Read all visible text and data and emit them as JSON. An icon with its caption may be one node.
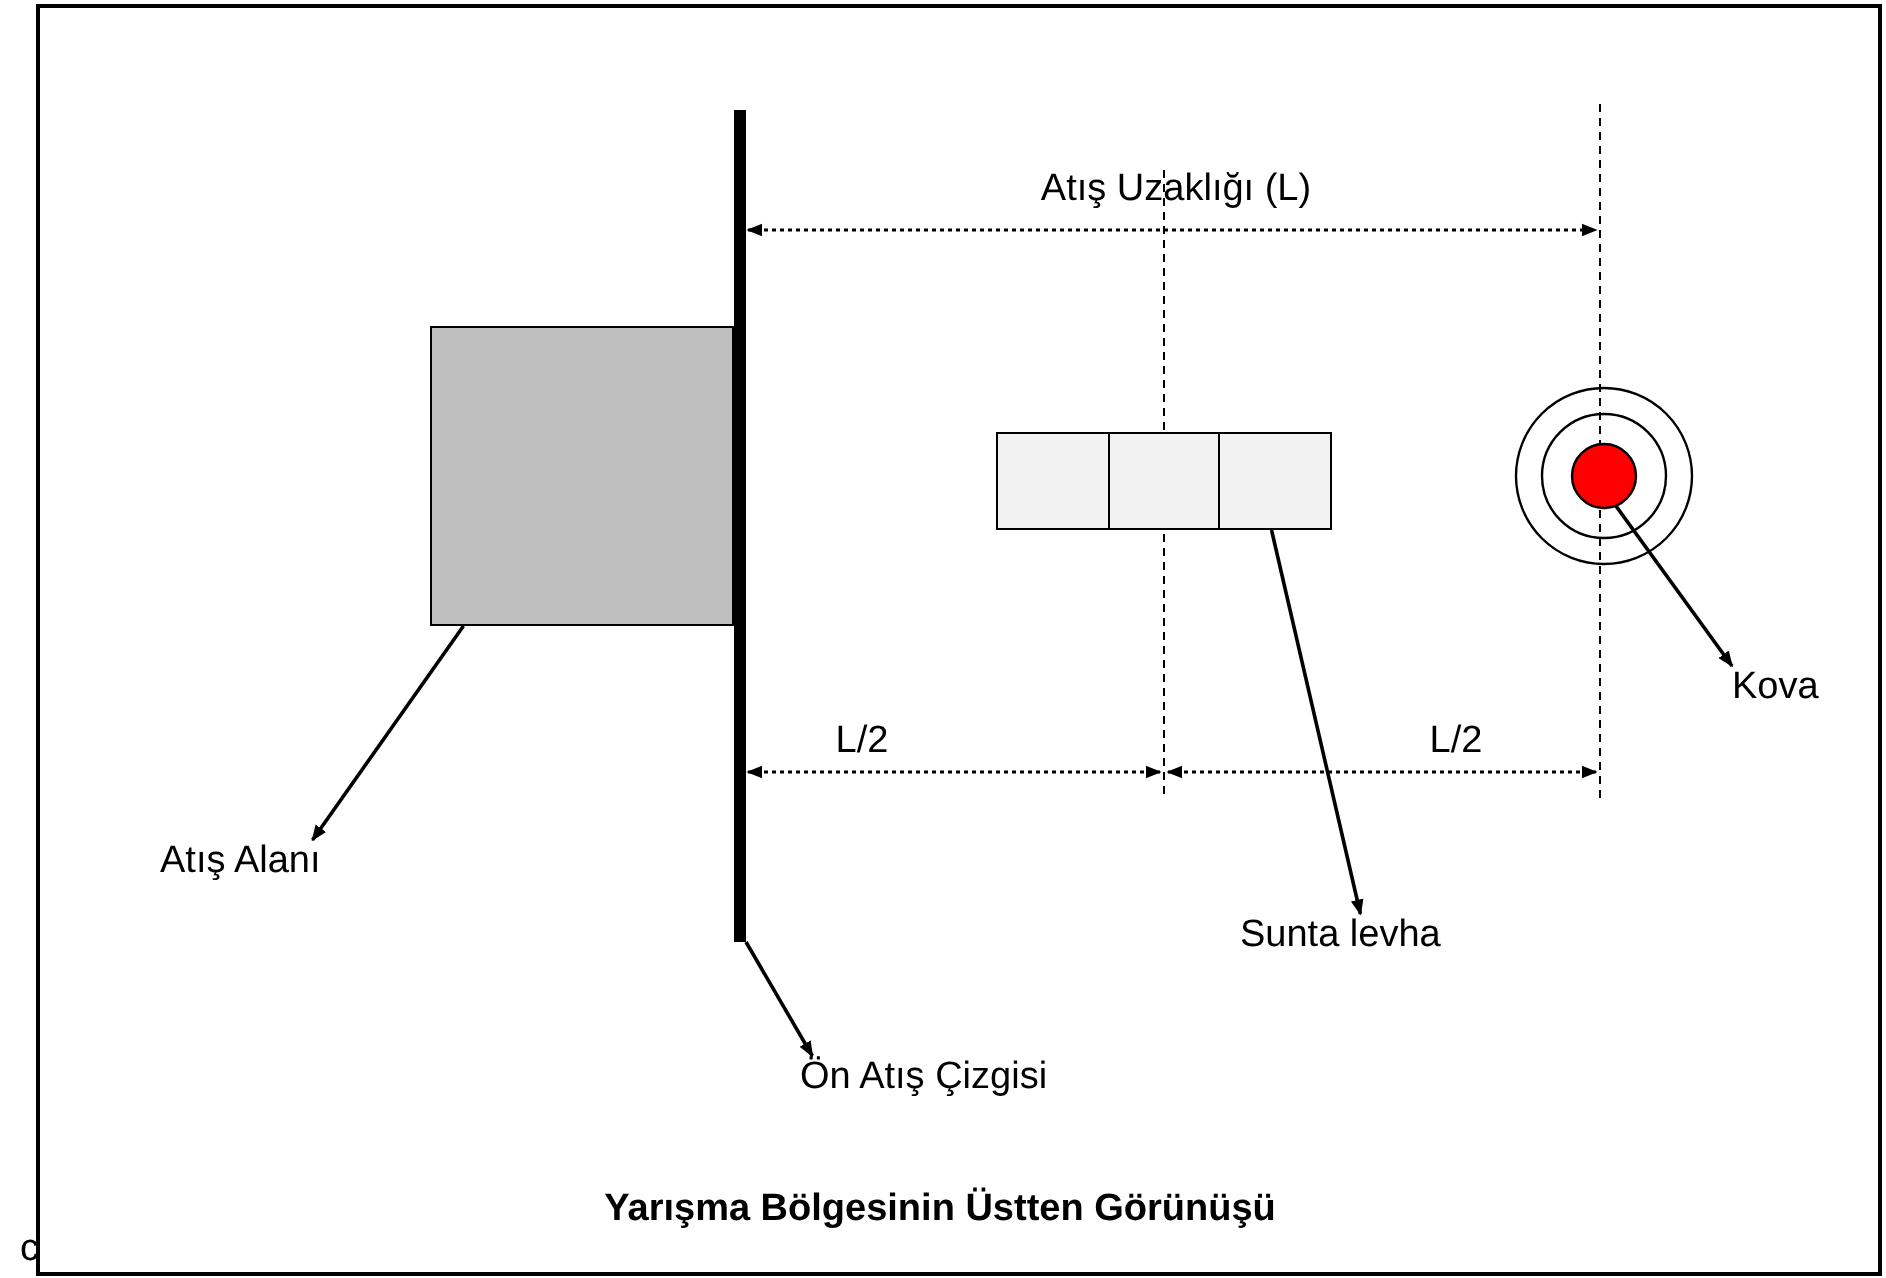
{
  "diagram": {
    "caption": "Yarışma Bölgesinin Üstten Görünüşü",
    "nodes": [
      {
        "text": [
          "Atış Alanı"
        ]
      },
      {
        "text": [],
        "shape": "box"
      },
      {
        "text": [
          "Ön Atış Çizgisi"
        ]
      },
      {
        "text": [],
        "shape": "bar"
      },
      {
        "text": [
          "Sunta levha"
        ]
      },
      {
        "text": [],
        "shape": "box"
      },
      {
        "text": [
          "Kova"
        ]
      },
      {
        "text": [],
        "shape": "circle"
      }
    ],
    "edges": [
      {
        "from": 1,
        "to": 0,
        "arrow": "to"
      },
      {
        "from": 3,
        "to": 2,
        "arrow": "to"
      },
      {
        "from": 5,
        "to": 4,
        "arrow": "to"
      },
      {
        "from": 7,
        "to": 6,
        "arrow": "to"
      }
    ],
    "labels": [
      "Atış Uzaklığı (L)",
      "L/2",
      "L/2",
      "c"
    ]
  }
}
